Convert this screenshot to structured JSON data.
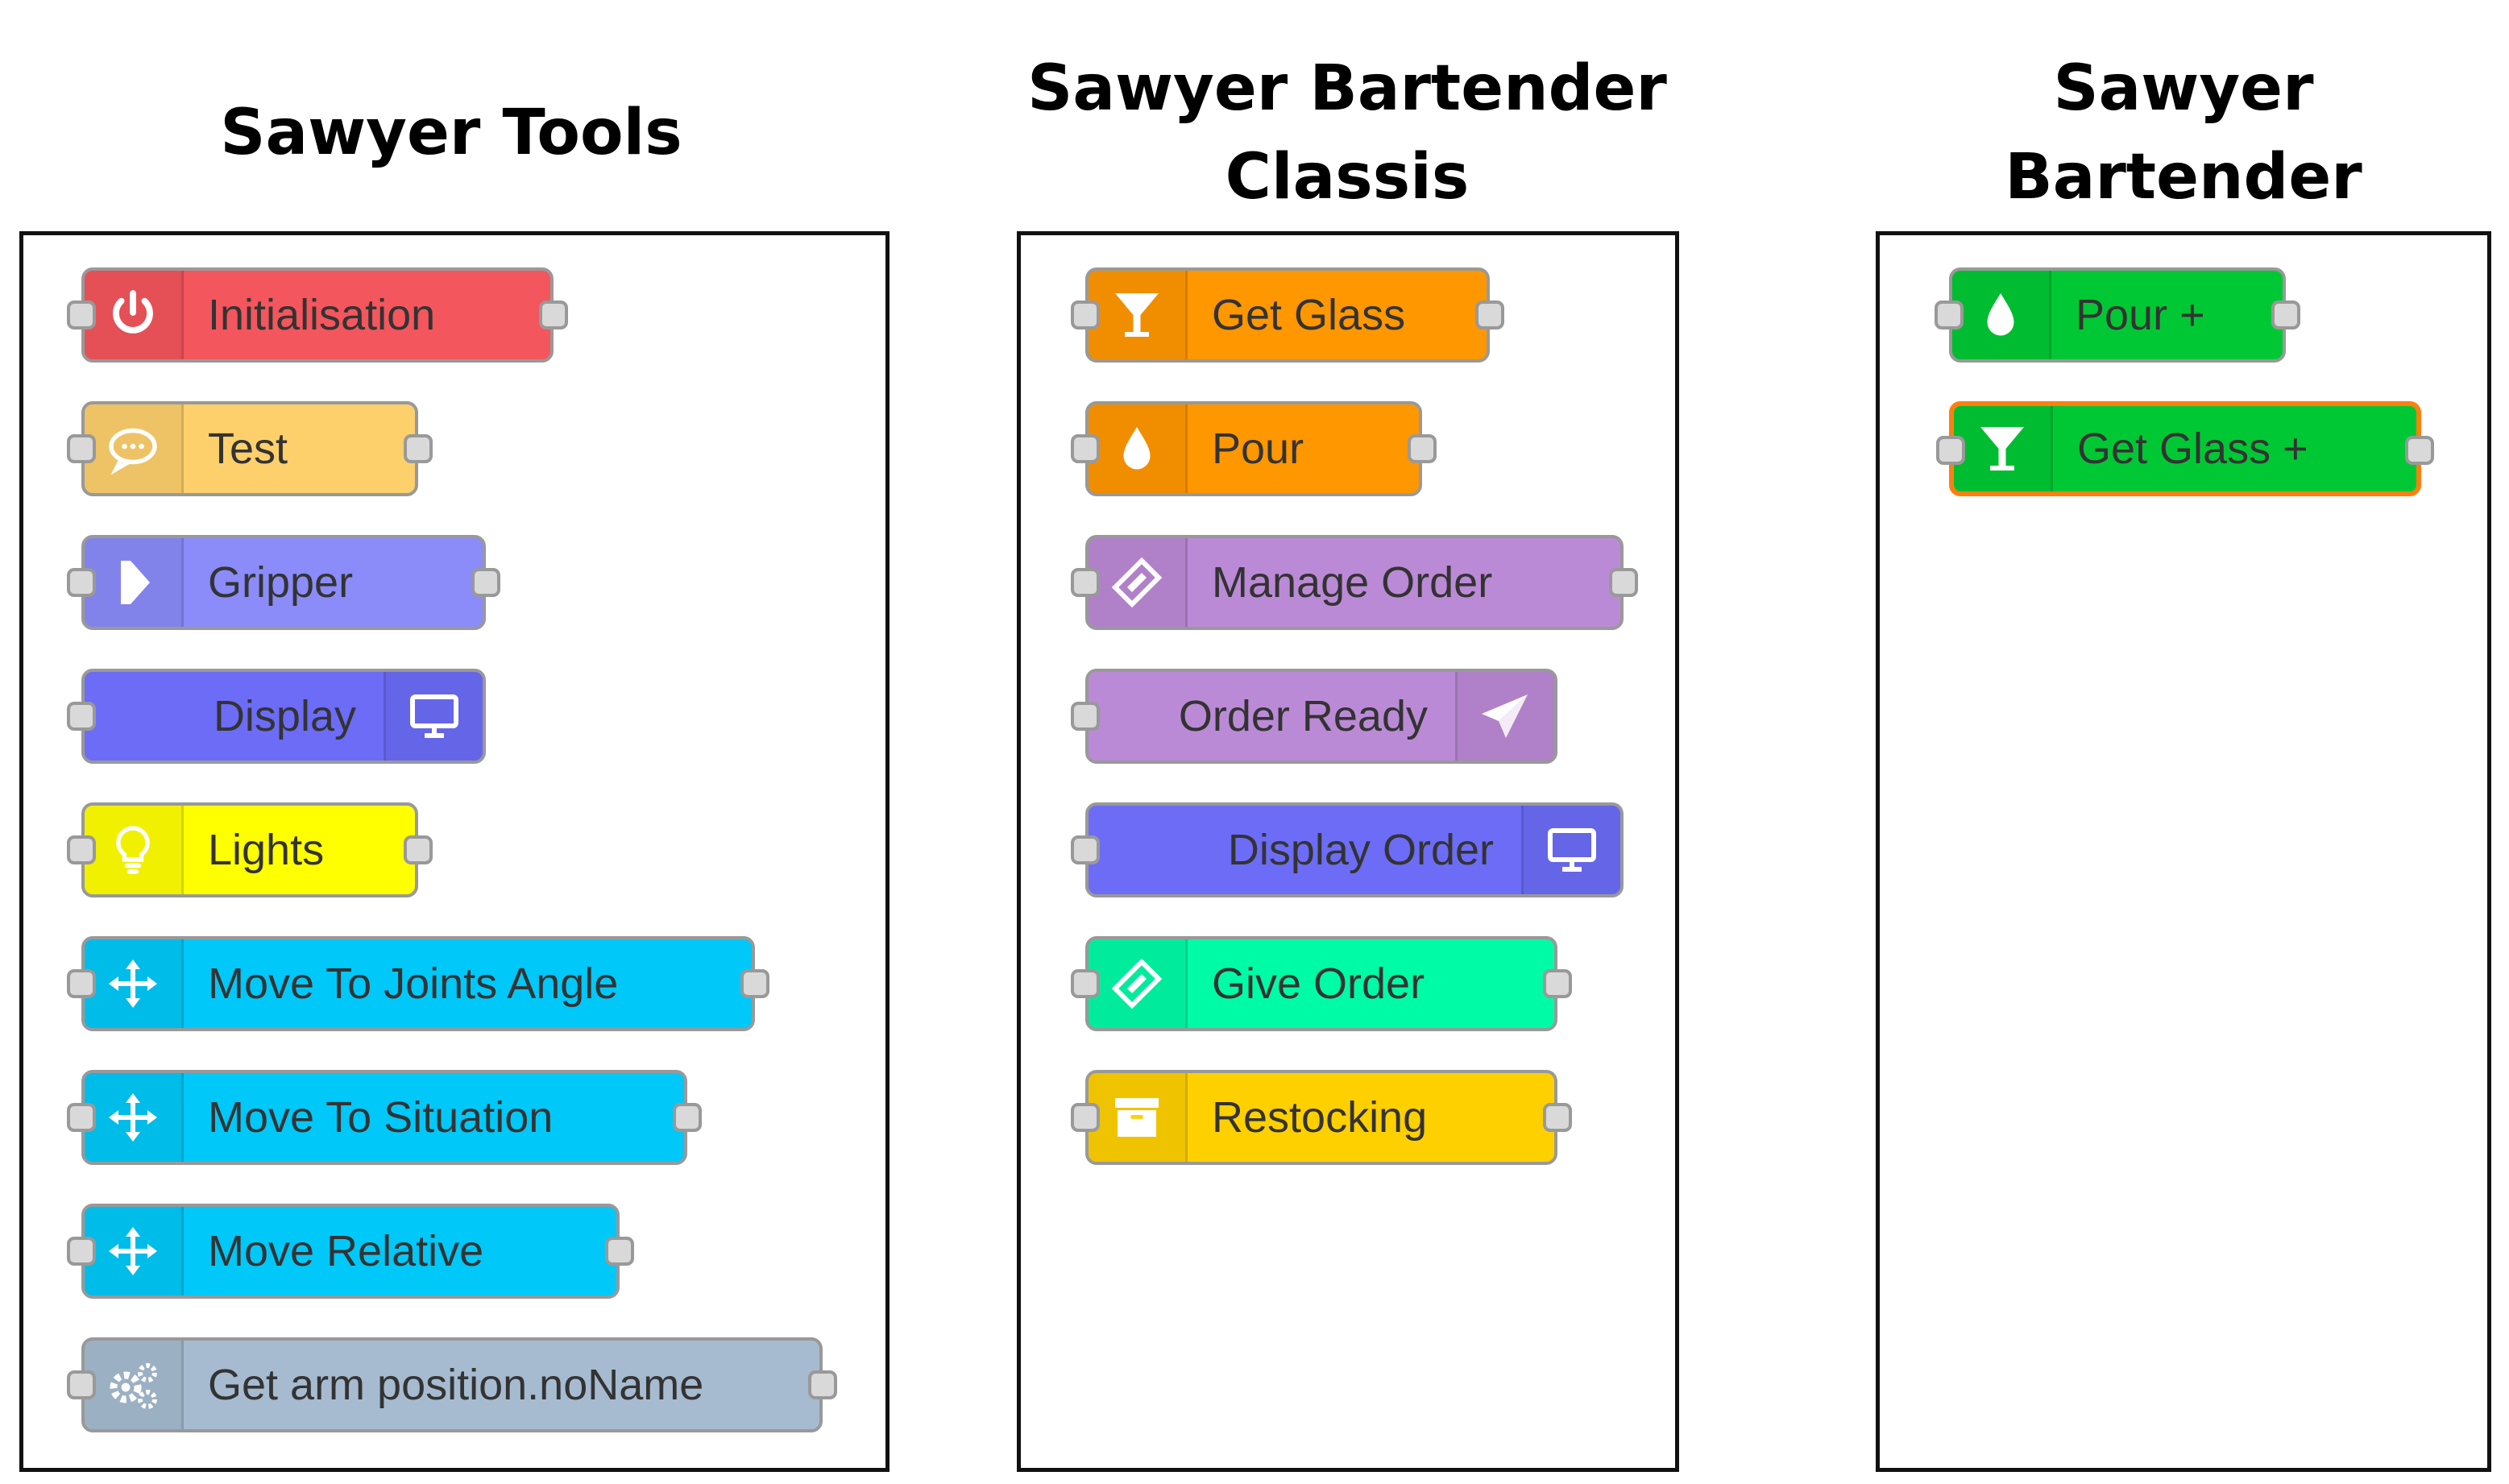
{
  "palettes": [
    {
      "title": "Sawyer Tools",
      "nodes": [
        {
          "label": "Initialisation",
          "icon": "power-icon",
          "color": "#f3565c"
        },
        {
          "label": "Test",
          "icon": "comment-icon",
          "color": "#fdd06c"
        },
        {
          "label": "Gripper",
          "icon": "arrow-right-icon",
          "color": "#8b8cf9"
        },
        {
          "label": "Display",
          "icon": "monitor-icon",
          "color": "#6c6cf7"
        },
        {
          "label": "Lights",
          "icon": "lightbulb-icon",
          "color": "#ffff00"
        },
        {
          "label": "Move To Joints Angle",
          "icon": "move-arrows-icon",
          "color": "#00c8f8"
        },
        {
          "label": "Move To Situation",
          "icon": "move-arrows-icon",
          "color": "#00c8f8"
        },
        {
          "label": "Move Relative",
          "icon": "move-arrows-icon",
          "color": "#00c8f8"
        },
        {
          "label": "Get arm position.noName",
          "icon": "gears-icon",
          "color": "#a6bbd0"
        }
      ]
    },
    {
      "title": "Sawyer Bartender Classis",
      "nodes": [
        {
          "label": "Get Glass",
          "icon": "cocktail-glass-icon",
          "color": "#ff9700"
        },
        {
          "label": "Pour",
          "icon": "droplet-icon",
          "color": "#ff9700"
        },
        {
          "label": "Manage Order",
          "icon": "ticket-icon",
          "color": "#bb8ad6"
        },
        {
          "label": "Order Ready",
          "icon": "paper-plane-icon",
          "color": "#bb8ad6"
        },
        {
          "label": "Display Order",
          "icon": "monitor-icon",
          "color": "#6c6cf7"
        },
        {
          "label": "Give Order",
          "icon": "ticket-icon",
          "color": "#00fba6"
        },
        {
          "label": "Restocking",
          "icon": "archive-box-icon",
          "color": "#ffd000"
        }
      ]
    },
    {
      "title": "Sawyer Bartender Advanced",
      "nodes": [
        {
          "label": "Pour +",
          "icon": "droplet-icon",
          "color": "#00c834"
        },
        {
          "label": "Get Glass +",
          "icon": "cocktail-glass-icon",
          "color": "#00c834"
        }
      ]
    }
  ]
}
